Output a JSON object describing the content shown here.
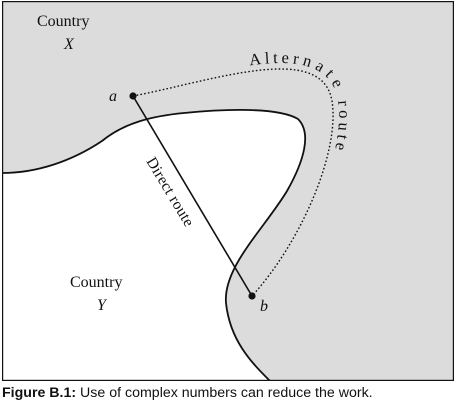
{
  "regions": {
    "country_x": {
      "name": "Country",
      "symbol": "X"
    },
    "country_y": {
      "name": "Country",
      "symbol": "Y"
    }
  },
  "points": {
    "a": "a",
    "b": "b"
  },
  "routes": {
    "direct": "Direct route",
    "alternate": "Alternate route"
  },
  "caption": {
    "label": "Figure B.1:",
    "text": " Use of complex numbers can reduce the work."
  },
  "colors": {
    "country_x_fill": "#dcdcdc",
    "country_y_fill": "#ffffff",
    "ink": "#111111"
  }
}
